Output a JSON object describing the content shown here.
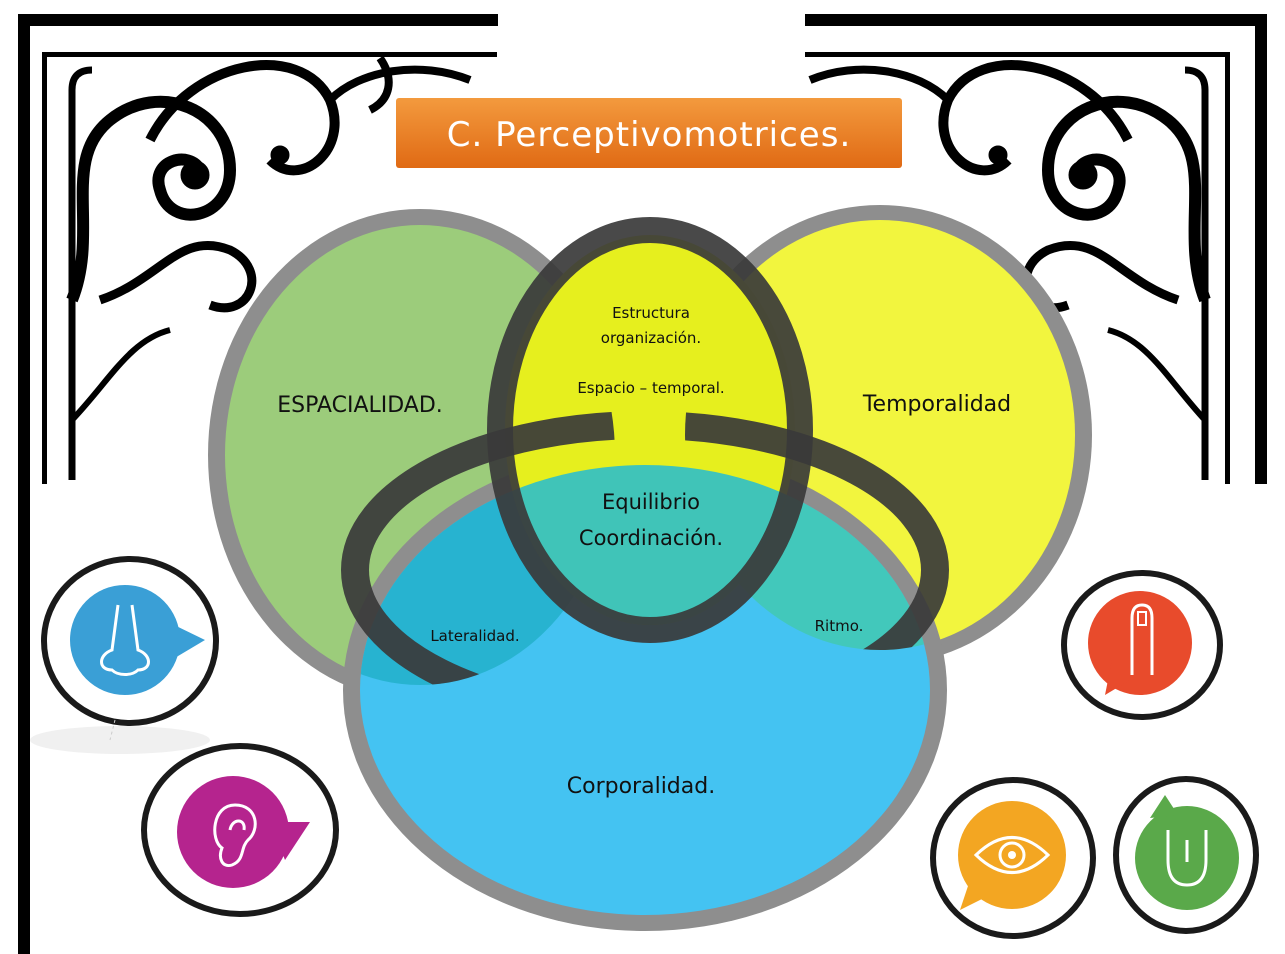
{
  "title": "C. Perceptivomotrices.",
  "colors": {
    "title_bg": "#ec7a22",
    "espacialidad": "#9ccc7b",
    "temporalidad": "#f2f53e",
    "corporalidad": "#44c3f2",
    "overlap_top": "#e6ef1e",
    "overlap_center": "#40c4b8",
    "overlap_left": "#27b3d0",
    "overlap_right": "#42c8bb",
    "ring": "#3a3a3a"
  },
  "sets": {
    "espacialidad": "ESPACIALIDAD.",
    "temporalidad": "Temporalidad",
    "corporalidad": "Corporalidad."
  },
  "intersections": {
    "top_line1": "Estructura",
    "top_line2": "organización.",
    "top_line3": "Espacio – temporal.",
    "center_line1": "Equilibrio",
    "center_line2": "Coordinación.",
    "left": "Lateralidad.",
    "right": "Ritmo."
  },
  "icons": [
    {
      "name": "nose-icon",
      "color": "#3a9fd6"
    },
    {
      "name": "ear-icon",
      "color": "#b5248e"
    },
    {
      "name": "finger-icon",
      "color": "#e84b2c"
    },
    {
      "name": "eye-icon",
      "color": "#f3a622"
    },
    {
      "name": "tongue-icon",
      "color": "#5aa94a"
    }
  ]
}
